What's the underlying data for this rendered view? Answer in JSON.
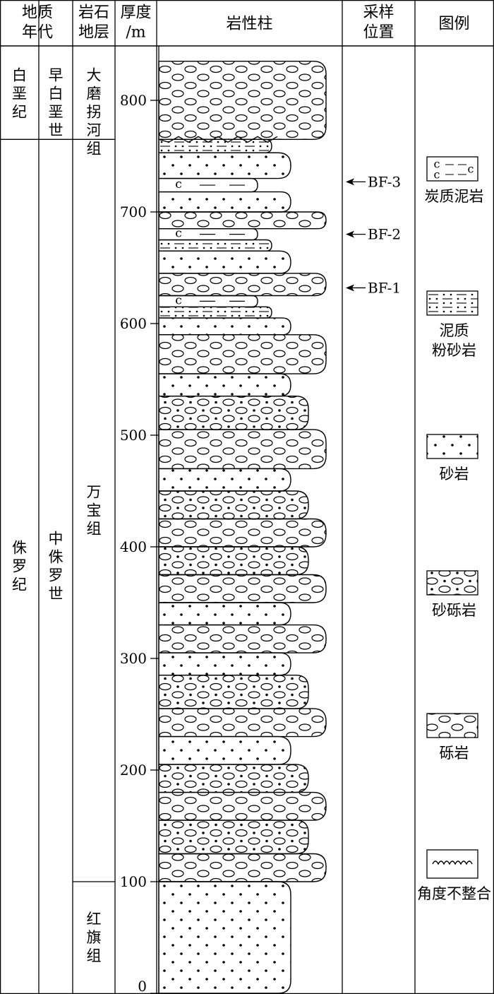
{
  "headers": {
    "geologic_age": [
      "地质",
      "年代"
    ],
    "lithostratigraphy": [
      "岩石",
      "地层"
    ],
    "thickness": [
      "厚度",
      "/m"
    ],
    "lithology_column": "岩性柱",
    "sample_position": [
      "采样",
      "位置"
    ],
    "legend": "图例"
  },
  "periods": [
    {
      "label": "白垩纪",
      "from_m": 765,
      "to_m": 835
    },
    {
      "label": "侏罗纪",
      "from_m": 0,
      "to_m": 765
    }
  ],
  "epochs": [
    {
      "label": "早白垩世",
      "from_m": 765,
      "to_m": 835
    },
    {
      "label": "中侏罗世",
      "from_m": 0,
      "to_m": 765
    }
  ],
  "formations": [
    {
      "label": "大磨拐河组",
      "from_m": 765,
      "to_m": 835
    },
    {
      "label": "万宝组",
      "from_m": 100,
      "to_m": 765
    },
    {
      "label": "红旗组",
      "from_m": 0,
      "to_m": 100
    }
  ],
  "axis": {
    "ticks": [
      0,
      100,
      200,
      300,
      400,
      500,
      600,
      700,
      800
    ],
    "range_m": [
      0,
      835
    ]
  },
  "layers": [
    {
      "lith": "sandstone",
      "from_m": 0,
      "to_m": 100
    },
    {
      "lith": "conglomerate",
      "from_m": 100,
      "to_m": 125
    },
    {
      "lith": "pebbly_sandstone",
      "from_m": 125,
      "to_m": 155
    },
    {
      "lith": "conglomerate",
      "from_m": 155,
      "to_m": 180
    },
    {
      "lith": "pebbly_sandstone",
      "from_m": 180,
      "to_m": 205
    },
    {
      "lith": "sandstone",
      "from_m": 205,
      "to_m": 230
    },
    {
      "lith": "conglomerate",
      "from_m": 230,
      "to_m": 255
    },
    {
      "lith": "pebbly_sandstone",
      "from_m": 255,
      "to_m": 285
    },
    {
      "lith": "sandstone",
      "from_m": 285,
      "to_m": 305
    },
    {
      "lith": "conglomerate",
      "from_m": 305,
      "to_m": 330
    },
    {
      "lith": "sandstone",
      "from_m": 330,
      "to_m": 350
    },
    {
      "lith": "conglomerate",
      "from_m": 350,
      "to_m": 375
    },
    {
      "lith": "pebbly_sandstone",
      "from_m": 375,
      "to_m": 400
    },
    {
      "lith": "conglomerate",
      "from_m": 400,
      "to_m": 425
    },
    {
      "lith": "pebbly_sandstone",
      "from_m": 425,
      "to_m": 450
    },
    {
      "lith": "sandstone",
      "from_m": 450,
      "to_m": 470
    },
    {
      "lith": "conglomerate",
      "from_m": 470,
      "to_m": 505
    },
    {
      "lith": "pebbly_sandstone",
      "from_m": 505,
      "to_m": 535
    },
    {
      "lith": "sandstone",
      "from_m": 535,
      "to_m": 555
    },
    {
      "lith": "conglomerate",
      "from_m": 555,
      "to_m": 590
    },
    {
      "lith": "sandstone",
      "from_m": 590,
      "to_m": 605
    },
    {
      "lith": "muddy_siltstone",
      "from_m": 605,
      "to_m": 615
    },
    {
      "lith": "carbonaceous_mudstone",
      "from_m": 615,
      "to_m": 625
    },
    {
      "lith": "conglomerate",
      "from_m": 625,
      "to_m": 645
    },
    {
      "lith": "sandstone",
      "from_m": 645,
      "to_m": 665
    },
    {
      "lith": "muddy_siltstone",
      "from_m": 665,
      "to_m": 675
    },
    {
      "lith": "carbonaceous_mudstone",
      "from_m": 675,
      "to_m": 685
    },
    {
      "lith": "conglomerate",
      "from_m": 685,
      "to_m": 700
    },
    {
      "lith": "sandstone",
      "from_m": 700,
      "to_m": 718
    },
    {
      "lith": "carbonaceous_mudstone",
      "from_m": 718,
      "to_m": 730
    },
    {
      "lith": "sandstone",
      "from_m": 730,
      "to_m": 753
    },
    {
      "lith": "muddy_siltstone",
      "from_m": 753,
      "to_m": 765
    },
    {
      "lith": "conglomerate",
      "from_m": 765,
      "to_m": 835
    }
  ],
  "samples": [
    {
      "label": "BF-3",
      "at_m": 727
    },
    {
      "label": "BF-2",
      "at_m": 680
    },
    {
      "label": "BF-1",
      "at_m": 632
    }
  ],
  "legend": [
    {
      "lith": "carbonaceous_mudstone",
      "label": [
        "炭质泥岩"
      ]
    },
    {
      "lith": "muddy_siltstone",
      "label": [
        "泥质",
        "粉砂岩"
      ]
    },
    {
      "lith": "sandstone",
      "label": [
        "砂岩"
      ]
    },
    {
      "lith": "pebbly_sandstone",
      "label": [
        "砂砾岩"
      ]
    },
    {
      "lith": "conglomerate",
      "label": [
        "砾岩"
      ]
    },
    {
      "lith": "unconformity",
      "label": [
        "角度不整合"
      ]
    }
  ],
  "symbols": {
    "carbonaceous_char": "c",
    "sample_arrow": "arrow-left-icon",
    "unconformity": "wavy-line-icon"
  }
}
